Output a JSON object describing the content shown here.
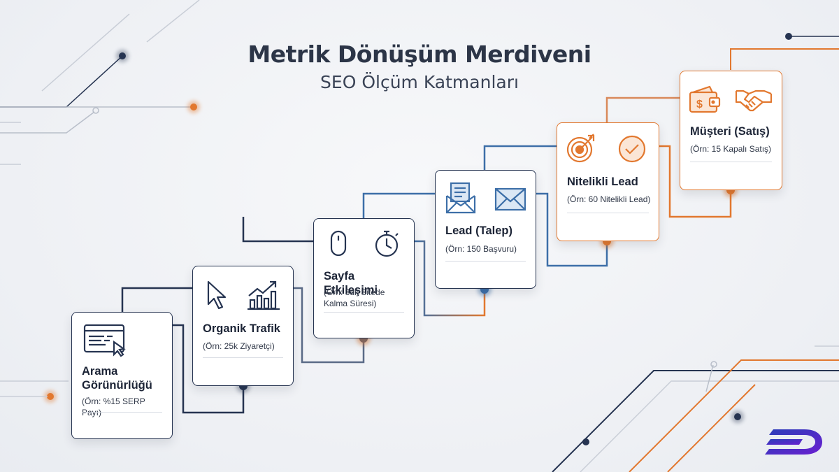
{
  "title": "Metrik Dönüşüm Merdiveni",
  "subtitle": "SEO Ölçüm Katmanları",
  "colors": {
    "navy": "#263451",
    "orange": "#e2782f",
    "blue": "#3d6fa8",
    "text": "#1c2436"
  },
  "steps": [
    {
      "label": "Arama Görünürlüğü",
      "example": "(Örn: %15 SERP Payı)",
      "icons": [
        "browser-cursor-icon"
      ]
    },
    {
      "label": "Organik Trafik",
      "example": "(Örn: 25k Ziyaretçi)",
      "icons": [
        "cursor-arrow-icon",
        "growth-chart-icon"
      ]
    },
    {
      "label": "Sayfa Etkileşimi",
      "example": "(Örn: 3dk Sitede Kalma Süresi)",
      "icons": [
        "mouse-icon",
        "stopwatch-icon"
      ]
    },
    {
      "label": "Lead (Talep)",
      "example": "(Örn: 150 Başvuru)",
      "icons": [
        "open-envelope-icon",
        "envelope-icon"
      ]
    },
    {
      "label": "Nitelikli Lead",
      "example": "(Örn: 60 Nitelikli Lead)",
      "icons": [
        "target-icon",
        "check-circle-icon"
      ]
    },
    {
      "label": "Müşteri (Satış)",
      "example": "(Örn: 15 Kapalı Satış)",
      "icons": [
        "wallet-icon",
        "handshake-icon"
      ]
    }
  ],
  "logo": "brand-logo-icon"
}
